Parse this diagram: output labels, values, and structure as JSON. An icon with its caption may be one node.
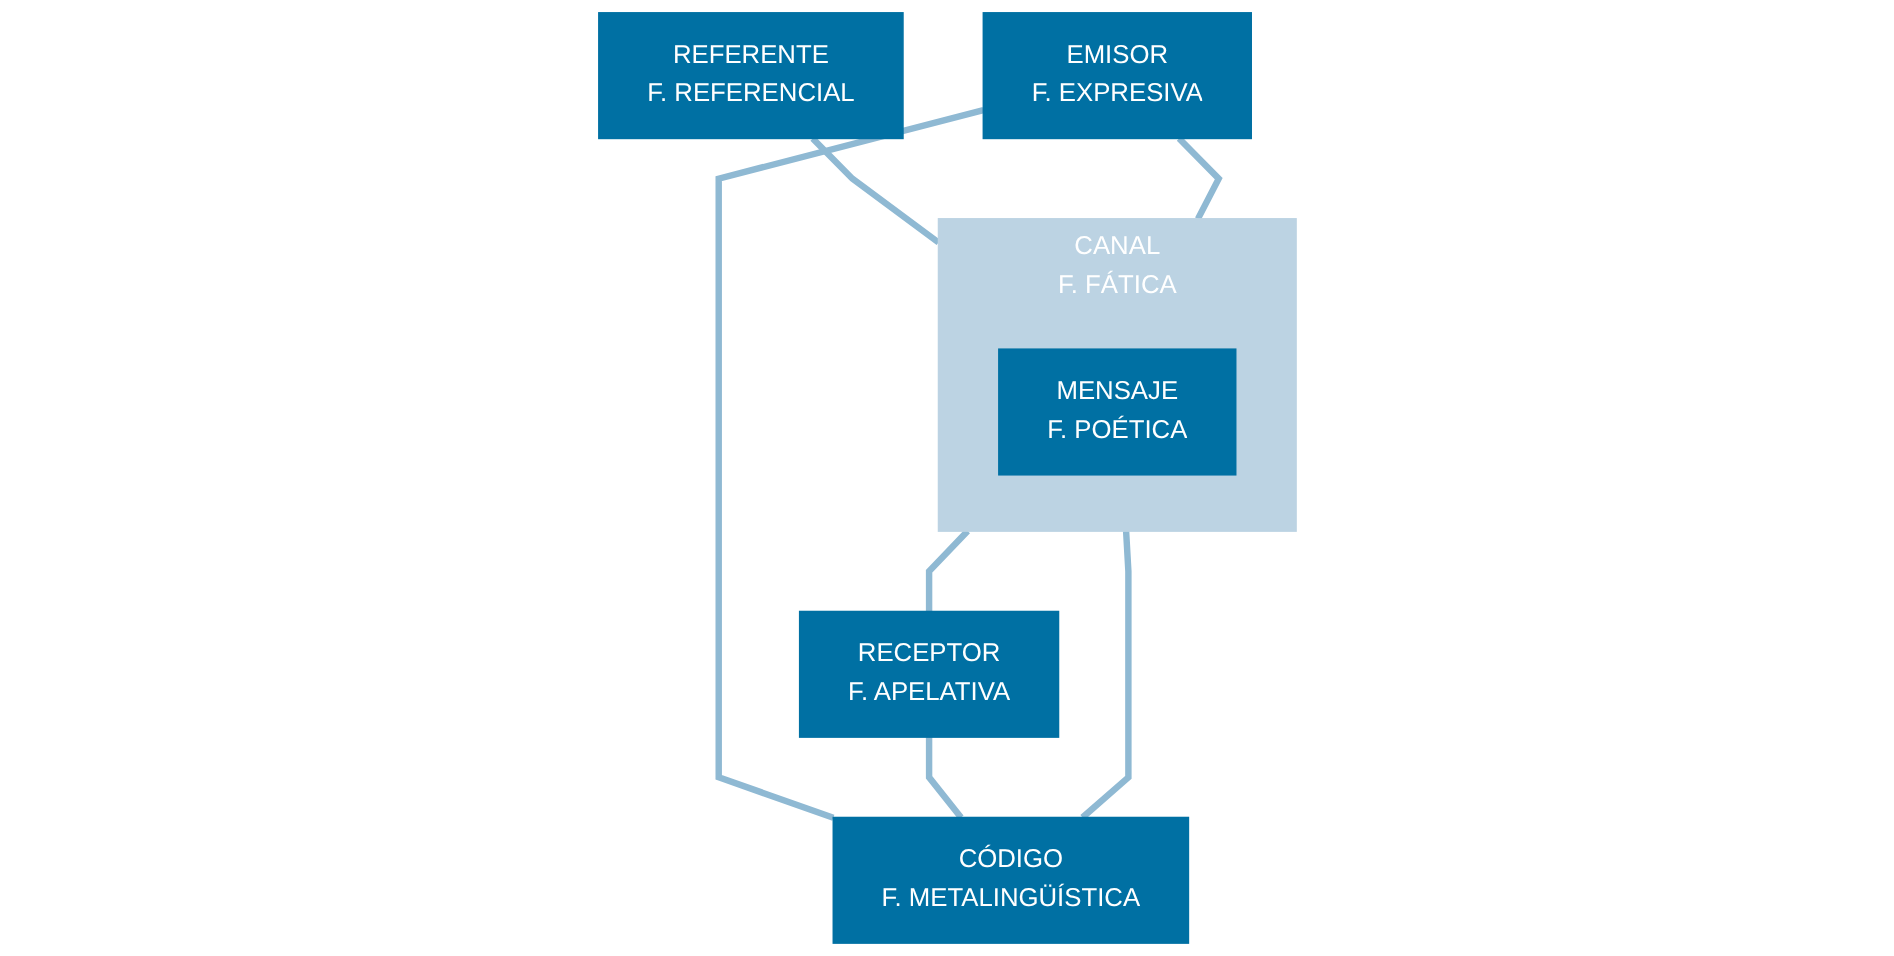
{
  "diagram": {
    "nodes": [
      {
        "text": [
          "REFERENTE",
          "F. REFERENCIAL"
        ]
      },
      {
        "text": [
          "CANAL",
          "F. FÁTICA"
        ]
      },
      {
        "text": [
          "MENSAJE",
          "F. POÉTICA"
        ],
        "in": 1
      },
      {
        "text": [
          "EMISOR",
          "F. EXPRESIVA"
        ]
      },
      {
        "text": [
          "RECEPTOR",
          "F. APELATIVA"
        ]
      },
      {
        "text": [
          "CÓDIGO",
          "F. METALINGÜÍSTICA"
        ]
      }
    ],
    "edges": [
      {
        "from": 0,
        "to": 1,
        "arrow": "none"
      },
      {
        "from": 3,
        "to": 1,
        "arrow": "none"
      },
      {
        "from": 1,
        "to": 4,
        "arrow": "none"
      },
      {
        "from": 1,
        "to": 5,
        "arrow": "none"
      },
      {
        "from": 3,
        "to": 5,
        "arrow": "none"
      },
      {
        "from": 4,
        "to": 5,
        "arrow": "none"
      }
    ]
  }
}
